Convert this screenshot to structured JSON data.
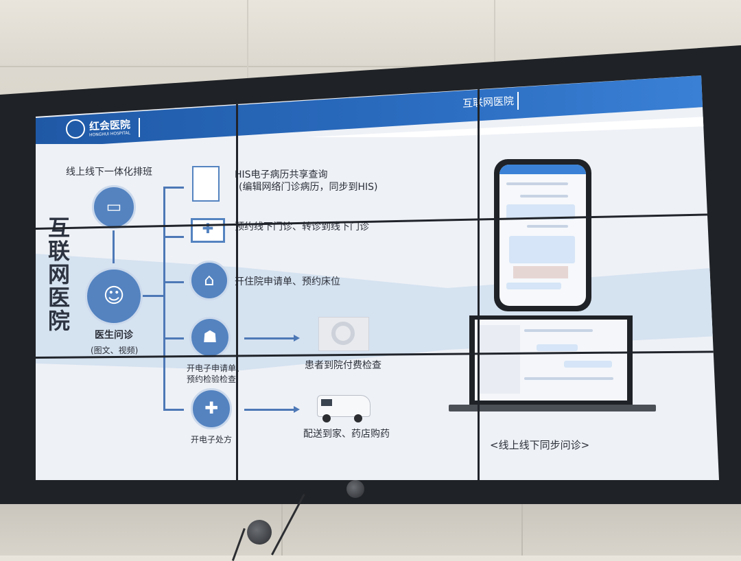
{
  "header": {
    "hospital_name": "红会医院",
    "hospital_name_en": "HONGHUI HOSPITAL",
    "slide_title": "互联网医院"
  },
  "side_title": "互联网医院",
  "scheduling": {
    "label": "线上线下一体化排班"
  },
  "doctor": {
    "label": "医生问诊",
    "sublabel": "(图文、视频)"
  },
  "branches": [
    {
      "text": "HIS电子病历共享查询",
      "subtext": "(编辑网络门诊病历，同步到HIS)",
      "icon": "medical-record-icon"
    },
    {
      "text": "预约线下门诊、转诊到线下门诊",
      "icon": "clinic-monitor-icon"
    },
    {
      "text": "开住院申请单、预约床位",
      "icon": "hospital-home-icon"
    },
    {
      "text": "开电子申请单、",
      "subtext": "预约检验检查",
      "icon": "lung-xray-icon"
    },
    {
      "text": "开电子处方",
      "icon": "prescription-icon"
    }
  ],
  "outcomes": {
    "exam": "患者到院付费检查",
    "delivery": "配送到家、药店购药"
  },
  "sync_caption": "<线上线下同步问诊>",
  "colors": {
    "banner": "#2c6ec2",
    "icon_circle": "#5483c0",
    "connector": "#4d78b6",
    "bezel": "#1f2226"
  }
}
